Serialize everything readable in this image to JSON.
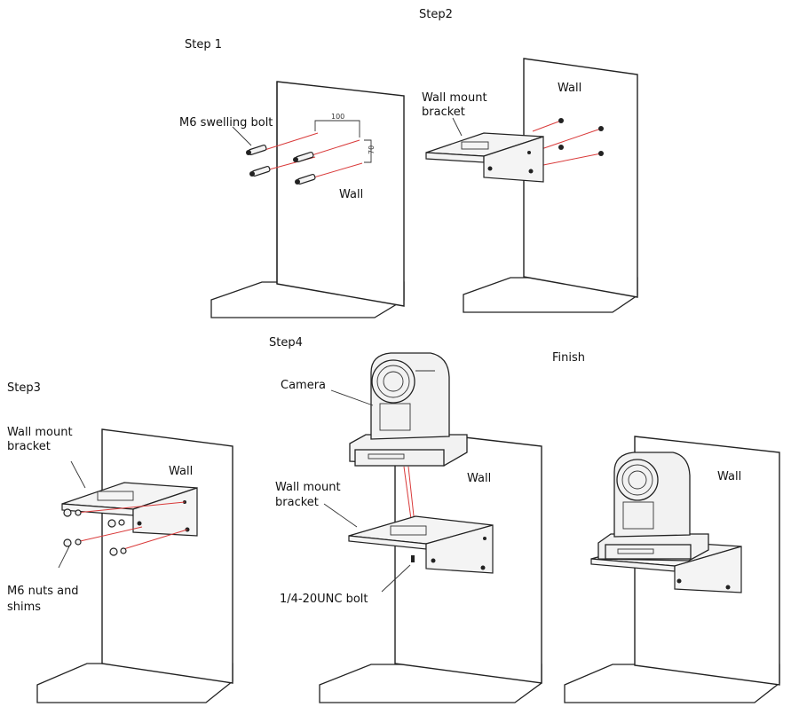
{
  "steps": {
    "step1": {
      "title": "Step 1",
      "bolt_label": "M6 swelling bolt",
      "wall_label": "Wall",
      "dim_h": "100",
      "dim_v": "70"
    },
    "step2": {
      "title": "Step2",
      "bracket_label_1": "Wall mount",
      "bracket_label_2": "bracket",
      "wall_label": "Wall"
    },
    "step3": {
      "title": "Step3",
      "bracket_label_1": "Wall mount",
      "bracket_label_2": "bracket",
      "wall_label": "Wall",
      "nuts_label_1": "M6 nuts and",
      "nuts_label_2": "shims"
    },
    "step4": {
      "title": "Step4",
      "camera_label": "Camera",
      "bracket_label_1": "Wall mount",
      "bracket_label_2": "bracket",
      "wall_label": "Wall",
      "bolt_label": "1/4-20UNC bolt"
    },
    "finish": {
      "title": "Finish",
      "wall_label": "Wall"
    }
  },
  "colors": {
    "line": "#222222",
    "guide": "#d93a3a",
    "background": "#ffffff"
  }
}
